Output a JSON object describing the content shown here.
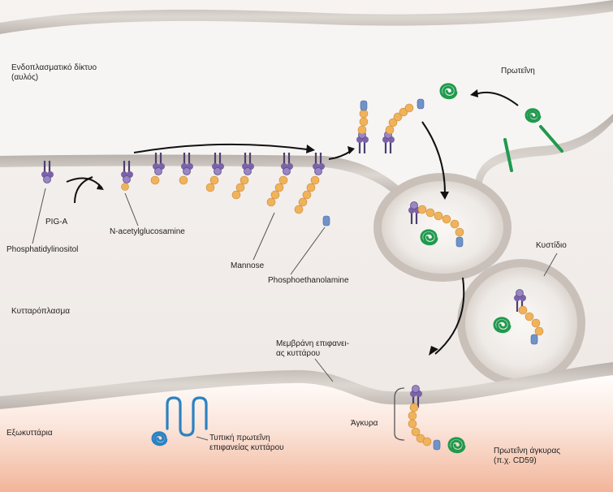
{
  "labels": {
    "er_line1": "Ενδοπλασματικό δίκτυο",
    "er_line2": "(αυλός)",
    "protein": "Πρωτεΐνη",
    "pig_a": "PIG-A",
    "phosphatidylinositol": "Phosphatidylinositol",
    "n_acetylglucosamine": "N-acetylglucosamine",
    "mannose": "Mannose",
    "phosphoethanolamine": "Phosphoethanolamine",
    "cytoplasm": "Κυτταρόπλασμα",
    "vesicle": "Κυστίδιο",
    "membrane_line1": "Μεμβράνη επιφανει-",
    "membrane_line2": "ας κυττάρου",
    "extracellular": "Εξωκυττάρια",
    "typical_line1": "Τυπική πρωτεΐνη",
    "typical_line2": "επιφανείας κυττάρου",
    "anchor": "Άγκυρα",
    "anchor_protein_line1": "Πρωτεΐνη άγκυρας",
    "anchor_protein_line2": "(π.χ. CD59)"
  },
  "colors": {
    "inositol": "#7a63a8",
    "glycan": "#f0b25a",
    "ethanolamine": "#6f93c9",
    "protein": "#1f9a4e",
    "typical_protein": "#2b82c2",
    "er_membrane": "#cbc4bf",
    "extracellular_bg": "#f2b9a0"
  }
}
